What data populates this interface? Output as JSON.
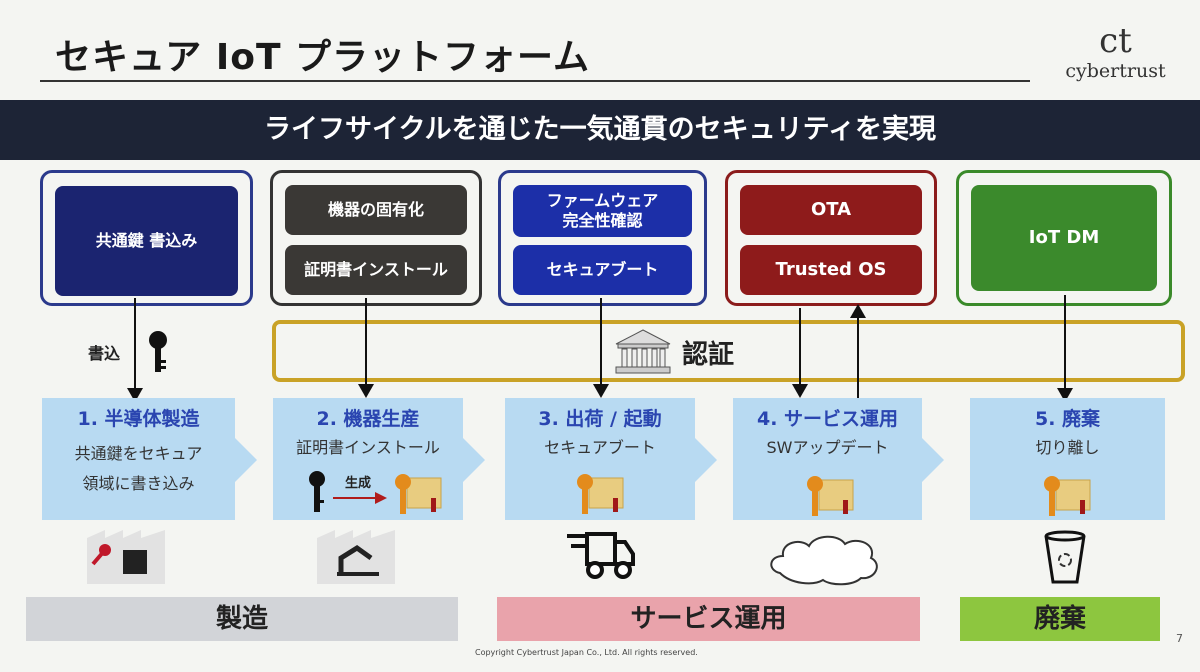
{
  "title": "セキュア IoT プラットフォーム",
  "logo": {
    "mark": "ct",
    "text": "cybertrust"
  },
  "banner": "ライフサイクルを通じた一気通貫のセキュリティを実現",
  "top_boxes": [
    {
      "items": [
        "共通鍵 書込み"
      ],
      "border": "#2b3a8c",
      "fill": "#1b2470"
    },
    {
      "items": [
        "機器の固有化",
        "証明書インストール"
      ],
      "border": "#333333",
      "fill": "#3a3835"
    },
    {
      "items": [
        "ファームウェア\n完全性確認",
        "セキュアブート"
      ],
      "border": "#2b3a8c",
      "fill": "#1c2fa8"
    },
    {
      "items": [
        "OTA",
        "Trusted OS"
      ],
      "border": "#8b1c1c",
      "fill": "#8e1b1b"
    },
    {
      "items": [
        "IoT DM"
      ],
      "border": "#3a8a2a",
      "fill": "#3b8a2c"
    }
  ],
  "write_label": "書込",
  "auth_label": "認証",
  "stages": [
    {
      "title": "1. 半導体製造",
      "desc": "共通鍵をセキュア\n領域に書き込み"
    },
    {
      "title": "2.  機器生産",
      "desc": "証明書インストール",
      "gen_label": "生成"
    },
    {
      "title": "3.  出荷 / 起動",
      "desc": "セキュアブート"
    },
    {
      "title": "4.  サービス運用",
      "desc": "SWアップデート"
    },
    {
      "title": "5.  廃棄",
      "desc": "切り離し"
    }
  ],
  "phases": [
    {
      "label": "製造",
      "color": "#d2d4d8"
    },
    {
      "label": "サービス運用",
      "color": "#e9a3ab"
    },
    {
      "label": "廃棄",
      "color": "#8dc63f"
    }
  ],
  "copyright": "Copyright Cybertrust Japan Co., Ltd. All rights reserved.",
  "page_number": "7"
}
